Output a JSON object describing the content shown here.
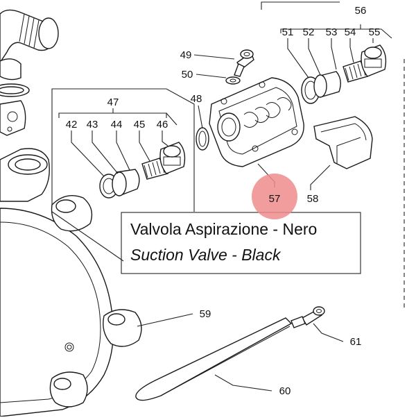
{
  "caption": {
    "line1": "Valvola Aspirazione - Nero",
    "line2": "Suction Valve - Black"
  },
  "callouts": {
    "p42": "42",
    "p43": "43",
    "p44": "44",
    "p45": "45",
    "p46": "46",
    "p47": "47",
    "p48": "48",
    "p49": "49",
    "p50": "50",
    "p51": "51",
    "p52": "52",
    "p53": "53",
    "p54": "54",
    "p55": "55",
    "p56": "56",
    "p57": "57",
    "p58": "58",
    "p59": "59",
    "p60": "60",
    "p61": "61"
  },
  "highlight": {
    "part": "57",
    "color": "#f08c8c"
  }
}
